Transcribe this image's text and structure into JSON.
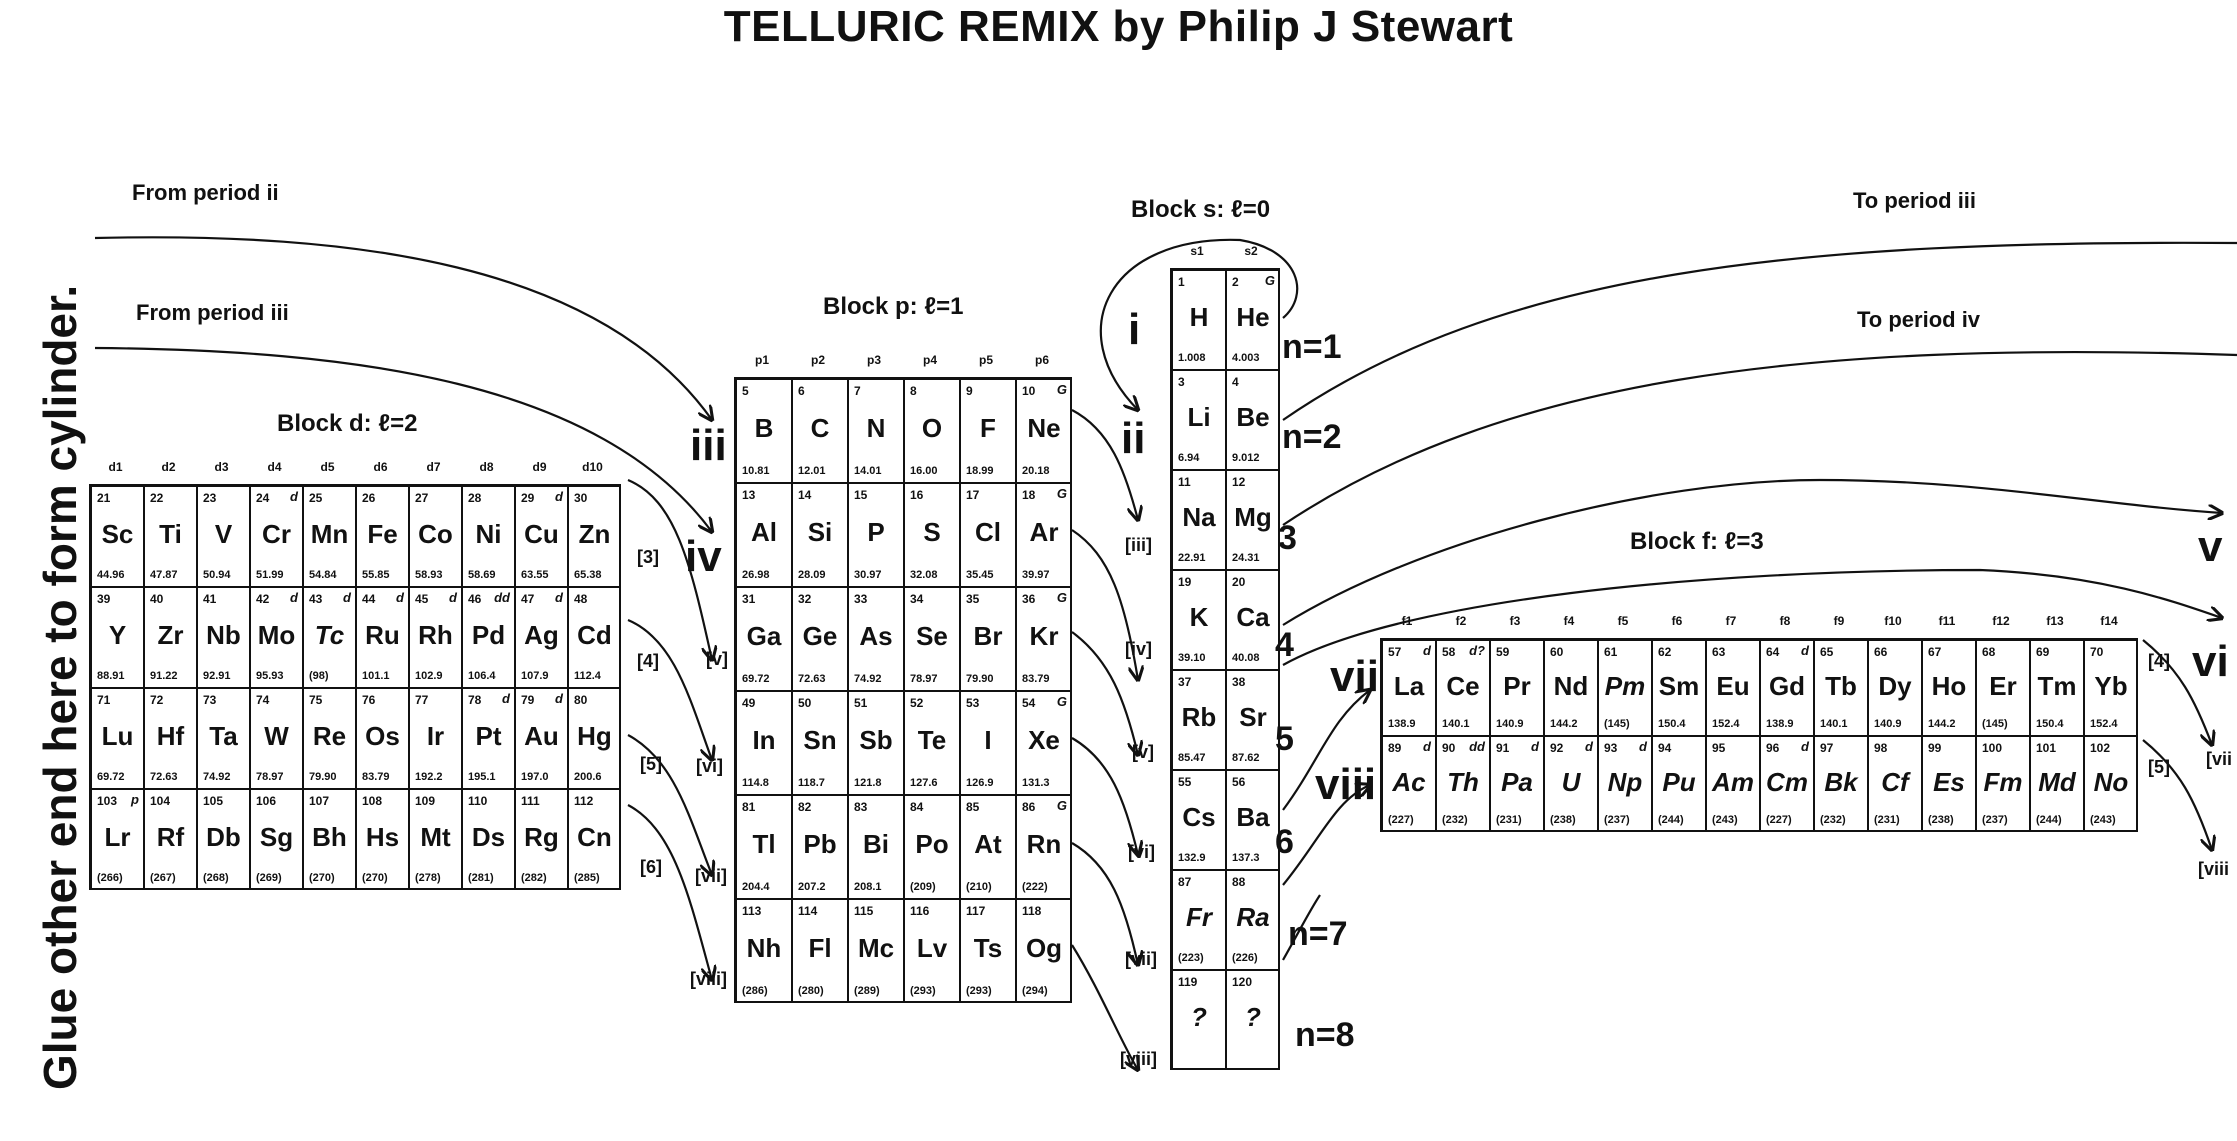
{
  "title": "TELLURIC REMIX  by Philip J Stewart",
  "side_label": "Glue other end here to form cylinder.",
  "labels": {
    "from_ii": "From period ii",
    "from_iii": "From period iii",
    "to_iii": "To period iii",
    "to_iv": "To period iv",
    "block_d": "Block d: ℓ=2",
    "block_p": "Block p: ℓ=1",
    "block_s": "Block s: ℓ=0",
    "block_f": "Block f: ℓ=3"
  },
  "d_headers": [
    "d1",
    "d2",
    "d3",
    "d4",
    "d5",
    "d6",
    "d7",
    "d8",
    "d9",
    "d10"
  ],
  "p_headers": [
    "p1",
    "p2",
    "p3",
    "p4",
    "p5",
    "p6"
  ],
  "s_headers": [
    "s1",
    "s2"
  ],
  "f_headers": [
    "f1",
    "f2",
    "f3",
    "f4",
    "f5",
    "f6",
    "f7",
    "f8",
    "f9",
    "f10",
    "f11",
    "f12",
    "f13",
    "f14"
  ],
  "d_block": [
    [
      [
        "21",
        "Sc",
        "44.96"
      ],
      [
        "22",
        "Ti",
        "47.87"
      ],
      [
        "23",
        "V",
        "50.94"
      ],
      [
        "24",
        "Cr",
        "51.99",
        "d"
      ],
      [
        "25",
        "Mn",
        "54.84"
      ],
      [
        "26",
        "Fe",
        "55.85"
      ],
      [
        "27",
        "Co",
        "58.93"
      ],
      [
        "28",
        "Ni",
        "58.69"
      ],
      [
        "29",
        "Cu",
        "63.55",
        "d"
      ],
      [
        "30",
        "Zn",
        "65.38"
      ]
    ],
    [
      [
        "39",
        "Y",
        "88.91"
      ],
      [
        "40",
        "Zr",
        "91.22"
      ],
      [
        "41",
        "Nb",
        "92.91"
      ],
      [
        "42",
        "Mo",
        "95.93",
        "d"
      ],
      [
        "43",
        "Tc",
        "(98)",
        "d",
        1
      ],
      [
        "44",
        "Ru",
        "101.1",
        "d"
      ],
      [
        "45",
        "Rh",
        "102.9",
        "d"
      ],
      [
        "46",
        "Pd",
        "106.4",
        "dd"
      ],
      [
        "47",
        "Ag",
        "107.9",
        "d"
      ],
      [
        "48",
        "Cd",
        "112.4"
      ]
    ],
    [
      [
        "71",
        "Lu",
        "69.72"
      ],
      [
        "72",
        "Hf",
        "72.63"
      ],
      [
        "73",
        "Ta",
        "74.92"
      ],
      [
        "74",
        "W",
        "78.97"
      ],
      [
        "75",
        "Re",
        "79.90"
      ],
      [
        "76",
        "Os",
        "83.79"
      ],
      [
        "77",
        "Ir",
        "192.2"
      ],
      [
        "78",
        "Pt",
        "195.1",
        "d"
      ],
      [
        "79",
        "Au",
        "197.0",
        "d"
      ],
      [
        "80",
        "Hg",
        "200.6"
      ]
    ],
    [
      [
        "103",
        "Lr",
        "(266)",
        "p"
      ],
      [
        "104",
        "Rf",
        "(267)"
      ],
      [
        "105",
        "Db",
        "(268)"
      ],
      [
        "106",
        "Sg",
        "(269)"
      ],
      [
        "107",
        "Bh",
        "(270)"
      ],
      [
        "108",
        "Hs",
        "(270)"
      ],
      [
        "109",
        "Mt",
        "(278)"
      ],
      [
        "110",
        "Ds",
        "(281)"
      ],
      [
        "111",
        "Rg",
        "(282)"
      ],
      [
        "112",
        "Cn",
        "(285)"
      ]
    ]
  ],
  "p_block": [
    [
      [
        "5",
        "B",
        "10.81"
      ],
      [
        "6",
        "C",
        "12.01"
      ],
      [
        "7",
        "N",
        "14.01"
      ],
      [
        "8",
        "O",
        "16.00"
      ],
      [
        "9",
        "F",
        "18.99"
      ],
      [
        "10",
        "Ne",
        "20.18",
        "G"
      ]
    ],
    [
      [
        "13",
        "Al",
        "26.98"
      ],
      [
        "14",
        "Si",
        "28.09"
      ],
      [
        "15",
        "P",
        "30.97"
      ],
      [
        "16",
        "S",
        "32.08"
      ],
      [
        "17",
        "Cl",
        "35.45"
      ],
      [
        "18",
        "Ar",
        "39.97",
        "G"
      ]
    ],
    [
      [
        "31",
        "Ga",
        "69.72"
      ],
      [
        "32",
        "Ge",
        "72.63"
      ],
      [
        "33",
        "As",
        "74.92"
      ],
      [
        "34",
        "Se",
        "78.97"
      ],
      [
        "35",
        "Br",
        "79.90"
      ],
      [
        "36",
        "Kr",
        "83.79",
        "G"
      ]
    ],
    [
      [
        "49",
        "In",
        "114.8"
      ],
      [
        "50",
        "Sn",
        "118.7"
      ],
      [
        "51",
        "Sb",
        "121.8"
      ],
      [
        "52",
        "Te",
        "127.6"
      ],
      [
        "53",
        "I",
        "126.9"
      ],
      [
        "54",
        "Xe",
        "131.3",
        "G"
      ]
    ],
    [
      [
        "81",
        "Tl",
        "204.4"
      ],
      [
        "82",
        "Pb",
        "207.2"
      ],
      [
        "83",
        "Bi",
        "208.1"
      ],
      [
        "84",
        "Po",
        "(209)"
      ],
      [
        "85",
        "At",
        "(210)"
      ],
      [
        "86",
        "Rn",
        "(222)",
        "G"
      ]
    ],
    [
      [
        "113",
        "Nh",
        "(286)"
      ],
      [
        "114",
        "Fl",
        "(280)"
      ],
      [
        "115",
        "Mc",
        "(289)"
      ],
      [
        "116",
        "Lv",
        "(293)"
      ],
      [
        "117",
        "Ts",
        "(293)"
      ],
      [
        "118",
        "Og",
        "(294)"
      ]
    ]
  ],
  "s_block": [
    [
      [
        "1",
        "H",
        "1.008"
      ],
      [
        "2",
        "He",
        "4.003",
        "G"
      ]
    ],
    [
      [
        "3",
        "Li",
        "6.94"
      ],
      [
        "4",
        "Be",
        "9.012"
      ]
    ],
    [
      [
        "11",
        "Na",
        "22.91"
      ],
      [
        "12",
        "Mg",
        "24.31"
      ]
    ],
    [
      [
        "19",
        "K",
        "39.10"
      ],
      [
        "20",
        "Ca",
        "40.08"
      ]
    ],
    [
      [
        "37",
        "Rb",
        "85.47"
      ],
      [
        "38",
        "Sr",
        "87.62"
      ]
    ],
    [
      [
        "55",
        "Cs",
        "132.9"
      ],
      [
        "56",
        "Ba",
        "137.3"
      ]
    ],
    [
      [
        "87",
        "Fr",
        "(223)",
        "",
        1
      ],
      [
        "88",
        "Ra",
        "(226)",
        "",
        1
      ]
    ],
    [
      [
        "119",
        "?",
        "",
        "",
        1
      ],
      [
        "120",
        "?",
        "",
        "",
        1
      ]
    ]
  ],
  "f_block": [
    [
      [
        "57",
        "La",
        "138.9",
        "d"
      ],
      [
        "58",
        "Ce",
        "140.1",
        "d?"
      ],
      [
        "59",
        "Pr",
        "140.9"
      ],
      [
        "60",
        "Nd",
        "144.2"
      ],
      [
        "61",
        "Pm",
        "(145)",
        "",
        1
      ],
      [
        "62",
        "Sm",
        "150.4"
      ],
      [
        "63",
        "Eu",
        "152.4"
      ],
      [
        "64",
        "Gd",
        "138.9",
        "d"
      ],
      [
        "65",
        "Tb",
        "140.1"
      ],
      [
        "66",
        "Dy",
        "140.9"
      ],
      [
        "67",
        "Ho",
        "144.2"
      ],
      [
        "68",
        "Er",
        "(145)"
      ],
      [
        "69",
        "Tm",
        "150.4"
      ],
      [
        "70",
        "Yb",
        "152.4"
      ]
    ],
    [
      [
        "89",
        "Ac",
        "(227)",
        "d",
        1
      ],
      [
        "90",
        "Th",
        "(232)",
        "dd",
        1
      ],
      [
        "91",
        "Pa",
        "(231)",
        "d",
        1
      ],
      [
        "92",
        "U",
        "(238)",
        "d",
        1
      ],
      [
        "93",
        "Np",
        "(237)",
        "d",
        1
      ],
      [
        "94",
        "Pu",
        "(244)",
        "",
        1
      ],
      [
        "95",
        "Am",
        "(243)",
        "",
        1
      ],
      [
        "96",
        "Cm",
        "(227)",
        "d",
        1
      ],
      [
        "97",
        "Bk",
        "(232)",
        "",
        1
      ],
      [
        "98",
        "Cf",
        "(231)",
        "",
        1
      ],
      [
        "99",
        "Es",
        "(238)",
        "",
        1
      ],
      [
        "100",
        "Fm",
        "(237)",
        "",
        1
      ],
      [
        "101",
        "Md",
        "(244)",
        "",
        1
      ],
      [
        "102",
        "No",
        "(243)",
        "",
        1
      ]
    ]
  ],
  "n_labels": [
    "n=1",
    "n=2",
    "3",
    "4",
    "5",
    "6",
    "n=7",
    "n=8"
  ],
  "period_labels": {
    "s_big": [
      "i",
      "ii"
    ],
    "s_small": [
      "[iii]",
      "[iv]",
      "[v]",
      "[vi]",
      "[vii]",
      "[viii]"
    ],
    "p_big": [
      "iii"
    ],
    "p_small": [
      "[v]",
      "[vi]",
      "[vii]",
      "[viii]"
    ],
    "d_big": [
      "iv"
    ],
    "d_small": [
      "[3]",
      "[4]",
      "[5]",
      "[6]"
    ],
    "f_big": [
      "vii",
      "viii"
    ],
    "right_big": [
      "v",
      "vi"
    ],
    "right_small": [
      "[4]",
      "[5]",
      "[vii",
      "[viii"
    ]
  }
}
